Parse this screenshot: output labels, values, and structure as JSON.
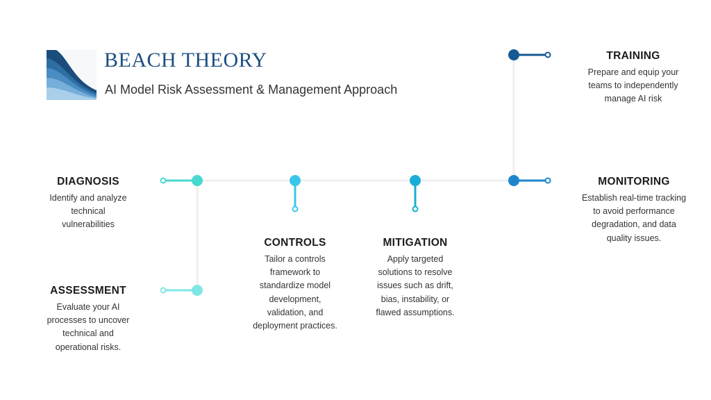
{
  "header": {
    "title": "BEACH THEORY",
    "subtitle": "AI Model Risk Assessment & Management Approach",
    "logo_text": "BEACH THEORY"
  },
  "colors": {
    "title": "#1d4f80",
    "diagnosis": "#48d8d0",
    "assessment": "#80e6e4",
    "controls": "#3ac6ea",
    "mitigation": "#19aed6",
    "monitoring": "#1b86ce",
    "training": "#165a94",
    "connector": "#efefef"
  },
  "steps": [
    {
      "key": "diagnosis",
      "title": "DIAGNOSIS",
      "lines": [
        "Identify and analyze",
        "technical",
        "vulnerabilities"
      ]
    },
    {
      "key": "assessment",
      "title": "ASSESSMENT",
      "lines": [
        "Evaluate your AI",
        "processes to uncover",
        "technical and",
        "operational risks."
      ]
    },
    {
      "key": "controls",
      "title": "CONTROLS",
      "lines": [
        "Tailor a controls",
        "framework to",
        "standardize model",
        "development,",
        "validation, and",
        "deployment practices."
      ]
    },
    {
      "key": "mitigation",
      "title": "MITIGATION",
      "lines": [
        "Apply targeted",
        "solutions to resolve",
        "issues such as drift,",
        "bias, instability, or",
        "flawed assumptions."
      ]
    },
    {
      "key": "monitoring",
      "title": "MONITORING",
      "lines": [
        "Establish real-time tracking",
        "to avoid performance",
        "degradation, and data",
        "quality issues."
      ]
    },
    {
      "key": "training",
      "title": "TRAINING",
      "lines": [
        "Prepare and equip your",
        "teams to independently",
        "manage AI risk"
      ]
    }
  ]
}
